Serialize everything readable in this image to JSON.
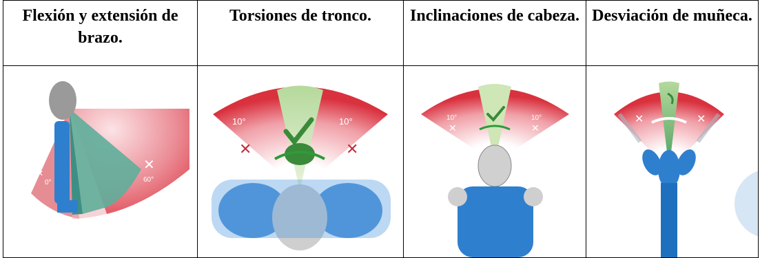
{
  "columns": [
    {
      "title": "Flexión y extensión de brazo."
    },
    {
      "title": "Torsiones de tronco."
    },
    {
      "title": "Inclinaciones de cabeza."
    },
    {
      "title": "Desviación de muñeca."
    }
  ],
  "colors": {
    "forbidden_red": "#d9313e",
    "allowed_green": "#b5d99c",
    "body_blue": "#2f7fcf",
    "check_green": "#3a8a3a"
  },
  "figures": [
    {
      "icon": "arm-flexion-diagram-icon",
      "labels": [
        "0°",
        "60°"
      ]
    },
    {
      "icon": "trunk-torsion-diagram-icon",
      "labels": [
        "10°",
        "10°"
      ]
    },
    {
      "icon": "head-inclination-diagram-icon",
      "labels": [
        "10°",
        "10°"
      ]
    },
    {
      "icon": "wrist-deviation-diagram-icon",
      "labels": []
    }
  ]
}
